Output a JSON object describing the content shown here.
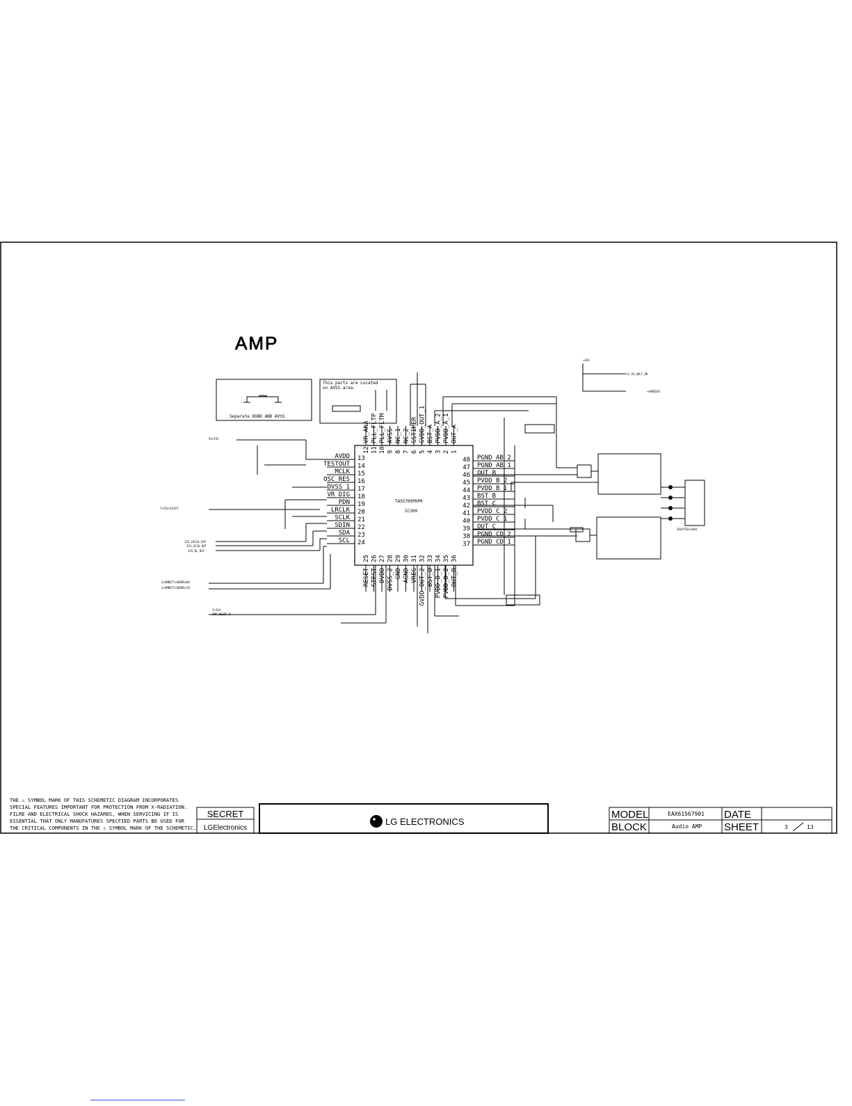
{
  "title": "AMP",
  "notes": {
    "separate": "Separate DGND AND AVSS",
    "avss_area_1": "This parts are Located",
    "avss_area_2": "on AVSS area."
  },
  "ic": {
    "part": "TAS5709PHPR",
    "ref": "IC300",
    "left_pins": [
      {
        "num": "13",
        "name": "AVDD"
      },
      {
        "num": "14",
        "name": "TESTOUT"
      },
      {
        "num": "15",
        "name": "MCLK"
      },
      {
        "num": "16",
        "name": "OSC_RES"
      },
      {
        "num": "17",
        "name": "DVSS_1"
      },
      {
        "num": "18",
        "name": "VR_DIG"
      },
      {
        "num": "19",
        "name": "PDN"
      },
      {
        "num": "20",
        "name": "LRCLK"
      },
      {
        "num": "21",
        "name": "SCLK"
      },
      {
        "num": "22",
        "name": "SDIN"
      },
      {
        "num": "23",
        "name": "SDA"
      },
      {
        "num": "24",
        "name": "SCL"
      }
    ],
    "right_pins": [
      {
        "num": "48",
        "name": "PGND_AB_2"
      },
      {
        "num": "47",
        "name": "PGND_AB_1"
      },
      {
        "num": "46",
        "name": "OUT_B"
      },
      {
        "num": "45",
        "name": "PVDD_B_2"
      },
      {
        "num": "44",
        "name": "PVDD_B_1"
      },
      {
        "num": "43",
        "name": "BST_B"
      },
      {
        "num": "42",
        "name": "BST_C"
      },
      {
        "num": "41",
        "name": "PVDD_C_2"
      },
      {
        "num": "40",
        "name": "PVDD_C_1"
      },
      {
        "num": "39",
        "name": "OUT_C"
      },
      {
        "num": "38",
        "name": "PGND_CD_2"
      },
      {
        "num": "37",
        "name": "PGND_CD_1"
      }
    ],
    "top_pins": [
      {
        "num": "12",
        "name": "VR_ANA"
      },
      {
        "num": "11",
        "name": "PLL_FLTP"
      },
      {
        "num": "10",
        "name": "PLL_FLTM"
      },
      {
        "num": "9",
        "name": "AVSS"
      },
      {
        "num": "8",
        "name": "NC_1"
      },
      {
        "num": "7",
        "name": "NC_2"
      },
      {
        "num": "6",
        "name": "SSTIMER"
      },
      {
        "num": "5",
        "name": "GVDD_OUT_1"
      },
      {
        "num": "4",
        "name": "BST_A"
      },
      {
        "num": "3",
        "name": "PVDD_A_2"
      },
      {
        "num": "2",
        "name": "PVDD_A_1"
      },
      {
        "num": "1",
        "name": "OUT_A"
      }
    ],
    "bottom_pins": [
      {
        "num": "25",
        "name": "RESET"
      },
      {
        "num": "26",
        "name": "STEST"
      },
      {
        "num": "27",
        "name": "DVDD"
      },
      {
        "num": "28",
        "name": "DVSS_2"
      },
      {
        "num": "29",
        "name": "GND"
      },
      {
        "num": "30",
        "name": "AGND"
      },
      {
        "num": "31",
        "name": "VREG"
      },
      {
        "num": "32",
        "name": "GVDD_OUT_2"
      },
      {
        "num": "33",
        "name": "BST_D"
      },
      {
        "num": "34",
        "name": "PVDD_D_1"
      },
      {
        "num": "35",
        "name": "PVDD_D_2"
      },
      {
        "num": "36",
        "name": "OUT_D"
      }
    ]
  },
  "titleblock": {
    "warning": [
      "THE ⚠ SYMBOL MARK OF THIS SCHEMETIC DIAGRAM INCORPORATES",
      "SPECIAL FEATURES IMPORTANT FOR PROTECTION FROM X-RADIATION.",
      "FILRE AND ELECTRICAL SHOCK HAZARDS, WHEN SERVICING IF IS",
      "ESSENTIAL THAT ONLY MANUFATURES SPECFIED PARTS BE USED FOR",
      "THE CRITICAL COMPONENTS IN THE ⚠ SYMBOL MARK OF THE SCHEMETIC."
    ],
    "secret": "SECRET",
    "company_small": "LGElectronics",
    "company": "LG ELECTRONICS",
    "model_label": "MODEL",
    "model_value": "EAX61567901",
    "date_label": "DATE",
    "date_value": "",
    "block_label": "BLOCK",
    "block_value": "Audio AMP",
    "sheet_label": "SHEET",
    "sheet_num": "3",
    "sheet_total": "13"
  }
}
